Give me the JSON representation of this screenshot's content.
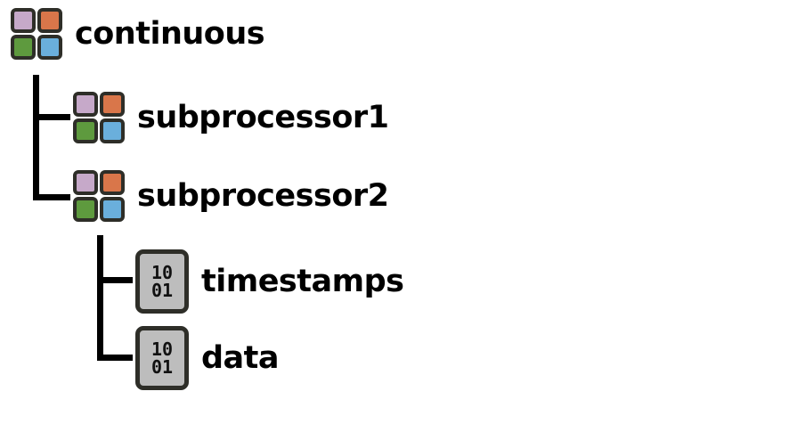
{
  "colors": {
    "square_top_left": "#c6a9c9",
    "square_top_right": "#d9764a",
    "square_bottom_left": "#5e9a3e",
    "square_bottom_right": "#6aafdc",
    "dataset_fill": "#bdbdbd",
    "outline": "#2e2e28",
    "connector": "#000000"
  },
  "tree": {
    "root": {
      "label": "continuous",
      "icon": "group-icon"
    },
    "subprocessor1": {
      "label": "subprocessor1",
      "icon": "group-icon"
    },
    "subprocessor2": {
      "label": "subprocessor2",
      "icon": "group-icon"
    },
    "timestamps": {
      "label": "timestamps",
      "icon": "dataset-icon",
      "icon_text": [
        "10",
        "01"
      ]
    },
    "data": {
      "label": "data",
      "icon": "dataset-icon",
      "icon_text": [
        "10",
        "01"
      ]
    }
  }
}
